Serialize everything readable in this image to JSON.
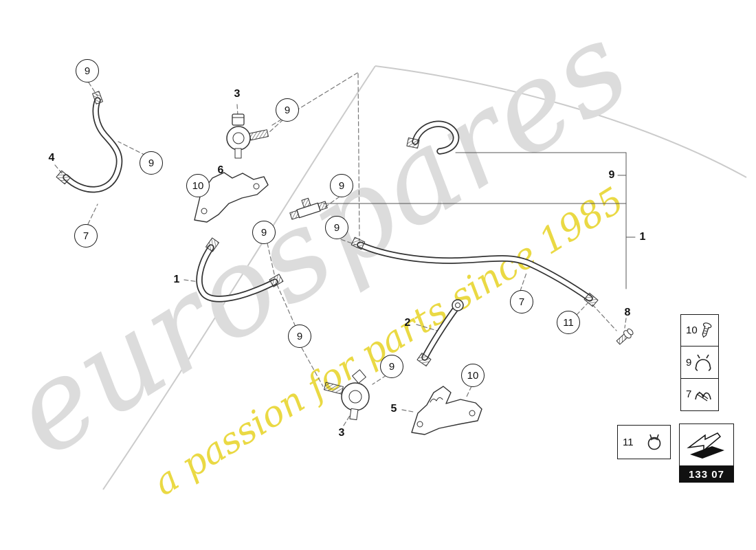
{
  "watermark": {
    "brand": "eurospares",
    "tagline": "a passion for parts since 1985",
    "brand_color": "#dcdcdc",
    "tagline_color": "#e9d83a"
  },
  "diagram": {
    "line_color": "#333333",
    "circled_callouts": [
      {
        "label": "9"
      },
      {
        "label": "9"
      },
      {
        "label": "9"
      },
      {
        "label": "10"
      },
      {
        "label": "9"
      },
      {
        "label": "7"
      },
      {
        "label": "9"
      },
      {
        "label": "9"
      },
      {
        "label": "9"
      },
      {
        "label": "9"
      },
      {
        "label": "10"
      },
      {
        "label": "7"
      },
      {
        "label": "11"
      }
    ],
    "part_labels": [
      {
        "label": "3"
      },
      {
        "label": "4"
      },
      {
        "label": "6"
      },
      {
        "label": "1"
      },
      {
        "label": "2"
      },
      {
        "label": "3"
      },
      {
        "label": "5"
      },
      {
        "label": "8"
      },
      {
        "label": "9"
      },
      {
        "label": "1"
      }
    ]
  },
  "legend": {
    "rows": [
      {
        "label": "10",
        "icon": "screw-icon"
      },
      {
        "label": "9",
        "icon": "hose-clamp-icon"
      },
      {
        "label": "7",
        "icon": "spring-clip-icon"
      }
    ],
    "clamp_row": {
      "label": "11",
      "icon": "worm-clamp-icon"
    },
    "nav_icon": "diagram-arrow-icon",
    "part_code": "133 07",
    "code_bar_color": "#111111"
  }
}
